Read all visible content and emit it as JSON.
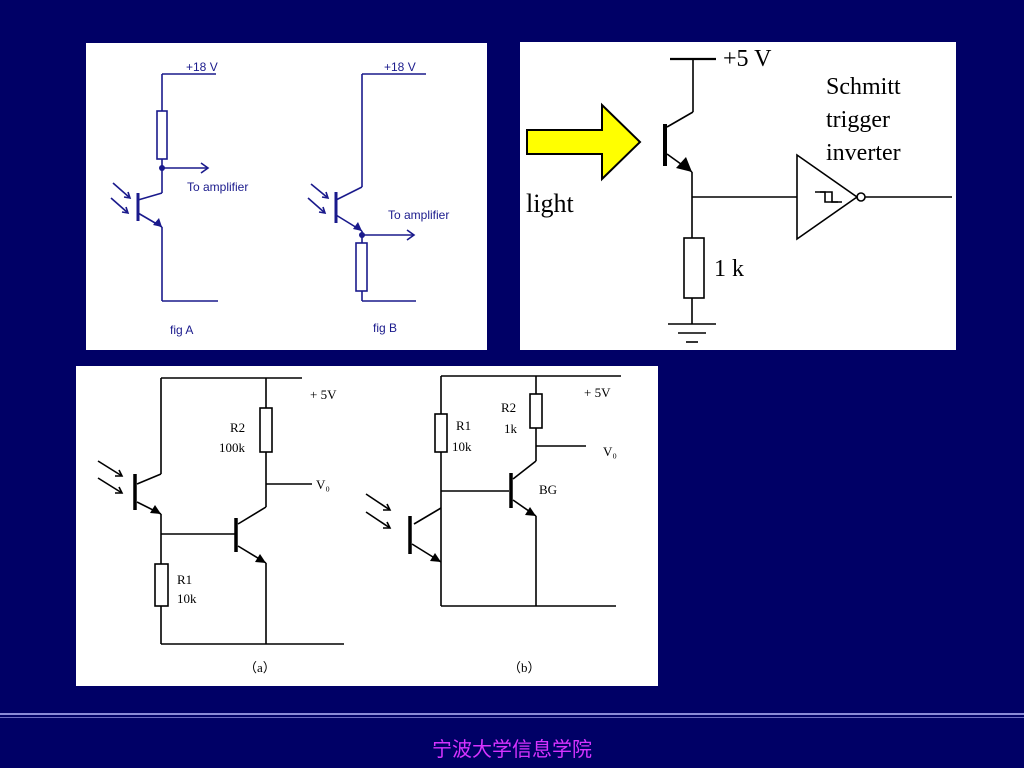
{
  "figure_a": {
    "fig_a": {
      "supply_label": "+18 V",
      "output_label": "To amplifier",
      "caption": "fig A"
    },
    "fig_b": {
      "supply_label": "+18 V",
      "output_label": "To amplifier",
      "caption": "fig B"
    }
  },
  "figure_b": {
    "supply_label": "+5 V",
    "input_label": "light",
    "resistor_label": "1 k",
    "gate_label_lines": [
      "Schmitt",
      "trigger",
      "inverter"
    ]
  },
  "figure_c": {
    "circuit_a": {
      "supply_label": "+ 5V",
      "r2_name": "R2",
      "r2_value": "100k",
      "r1_name": "R1",
      "r1_value": "10k",
      "output_label": "V₀",
      "caption": "（a）"
    },
    "circuit_b": {
      "supply_label": "+ 5V",
      "r1_name": "R1",
      "r1_value": "10k",
      "r2_name": "R2",
      "r2_value": "1k",
      "output_label": "V₀",
      "transistor_label": "BG",
      "caption": "（b）"
    }
  },
  "footer": {
    "text": "宁波大学信息学院"
  },
  "colors": {
    "background": "#000066",
    "panel": "#ffffff",
    "schematic_blue": "#1a1a8c",
    "arrow_fill": "#ffff00",
    "footer_text": "#d633ff"
  }
}
